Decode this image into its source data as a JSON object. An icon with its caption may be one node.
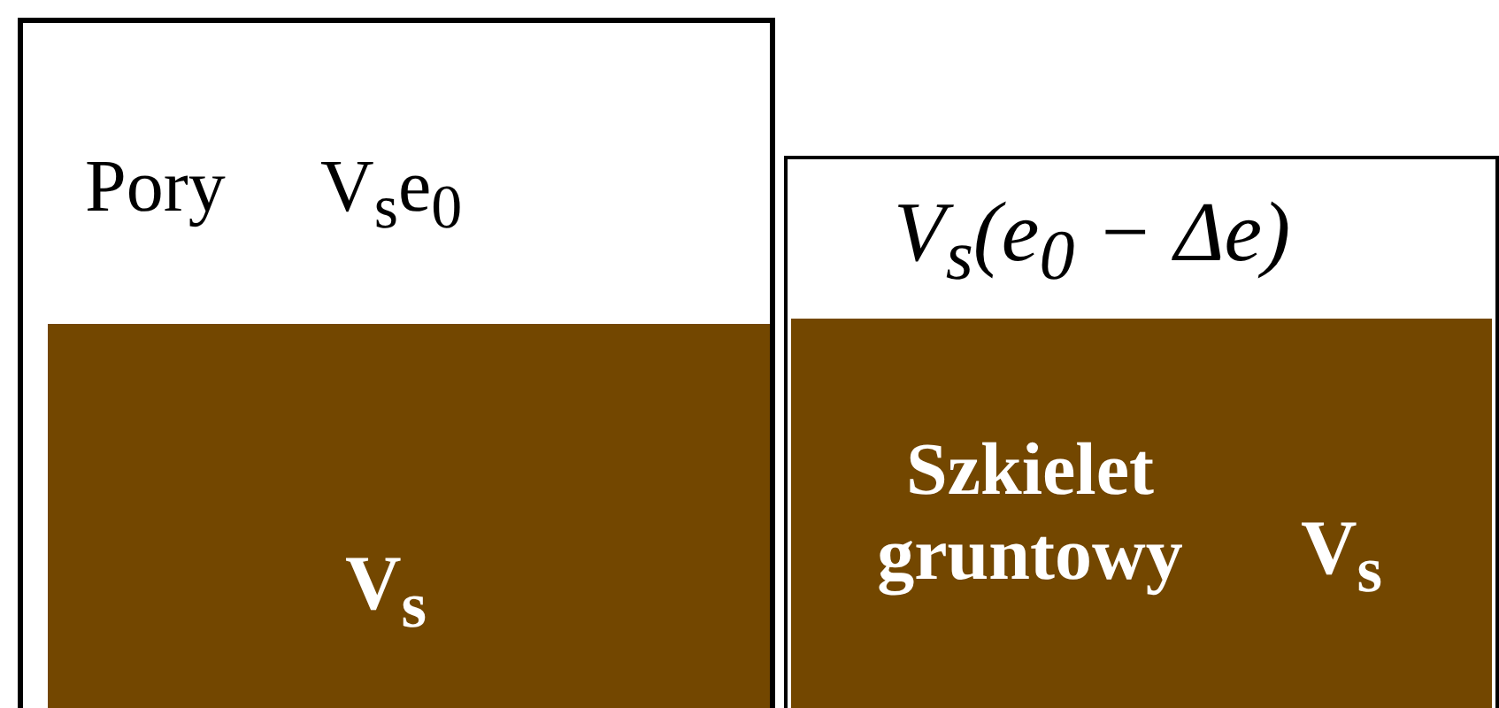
{
  "diagram": {
    "nodes": [
      {
        "text": [
          "Pory",
          "V$_{s}$e$_{0}$"
        ]
      },
      {
        "text": [
          "V$_{s}$"
        ],
        "in": 0
      },
      {
        "text": [
          "V$_{s}$(e$_{0}$ − Δe)"
        ]
      },
      {
        "text": [
          "Szkielet gruntowy",
          "V$_{s}$"
        ],
        "in": 2
      }
    ],
    "edges": []
  }
}
